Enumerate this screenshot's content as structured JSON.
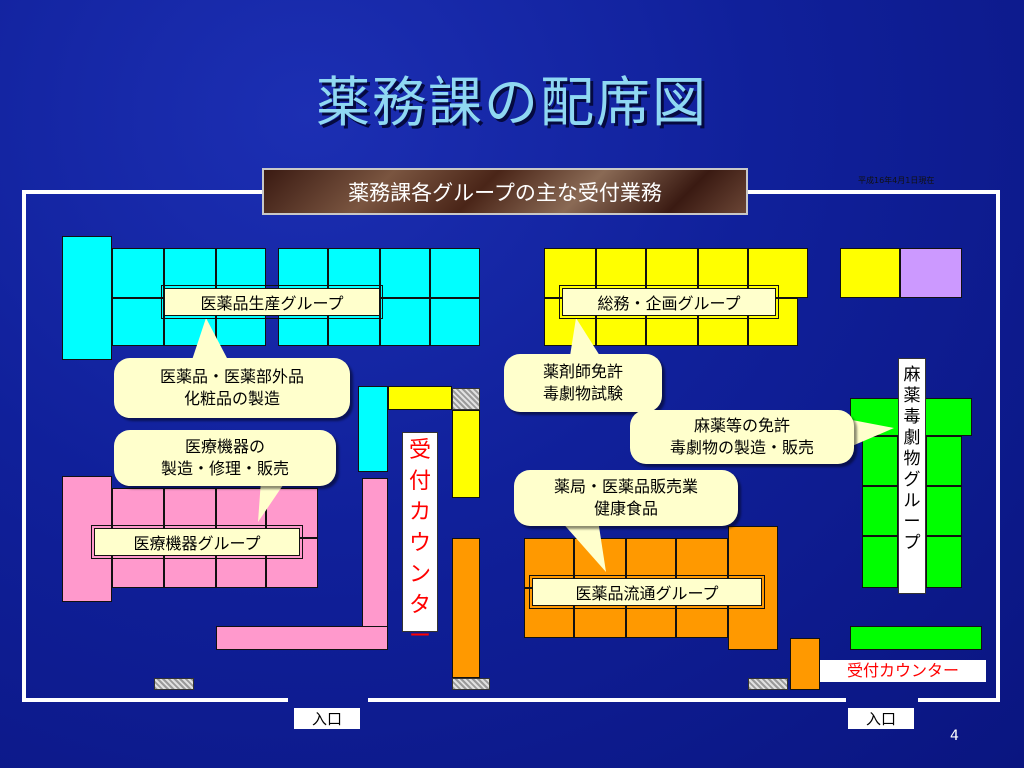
{
  "title": "薬務課の配席図",
  "banner": "薬務課各グループの主な受付業務",
  "date_note": "平成16年4月1日現在",
  "groups": {
    "production": "医薬品生産グループ",
    "general": "総務・企画グループ",
    "devices": "医療機器グループ",
    "distribution": "医薬品流通グループ",
    "narcotics": [
      "麻",
      "薬",
      "毒",
      "劇",
      "物",
      "グ",
      "ル",
      "ー",
      "プ"
    ]
  },
  "bubbles": {
    "production": [
      "医薬品・医薬部外品",
      "化粧品の製造"
    ],
    "devices": [
      "医療機器の",
      "製造・修理・販売"
    ],
    "general": [
      "薬剤師免許",
      "毒劇物試験"
    ],
    "narcotics": [
      "麻薬等の免許",
      "毒劇物の製造・販売"
    ],
    "distribution": [
      "薬局・医薬品販売業",
      "健康食品"
    ]
  },
  "reception_vertical": [
    "受",
    "付",
    "カ",
    "ウ",
    "ン",
    "タ",
    "ー"
  ],
  "reception_horizontal": "受付カウンター",
  "entrance": "入口",
  "page_number": "4",
  "colors": {
    "background": "#10209a",
    "production": "#00ffff",
    "general": "#ffff00",
    "devices": "#ff99cc",
    "distribution": "#ff9900",
    "narcotics": "#00ff00",
    "accent_purple": "#cc99ff",
    "label_fill": "#ffffcc",
    "reception_text": "#ff0000",
    "title": "#8fd8f2"
  }
}
